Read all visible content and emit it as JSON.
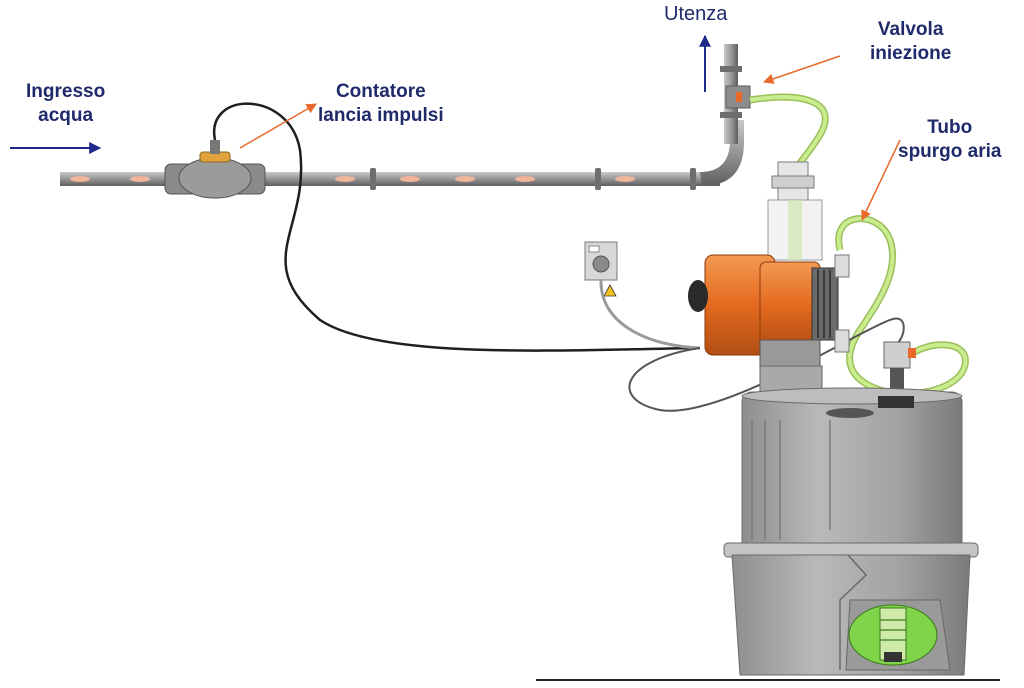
{
  "labels": {
    "ingresso_line1": "Ingresso",
    "ingresso_line2": "acqua",
    "contatore_line1": "Contatore",
    "contatore_line2": "lancia impulsi",
    "utenza": "Utenza",
    "valvola_line1": "Valvola",
    "valvola_line2": "iniezione",
    "tubo_line1": "Tubo",
    "tubo_line2": "spurgo aria"
  },
  "colors": {
    "label_text": "#1f2a6b",
    "arrow_blue": "#1f2a8a",
    "leader_orange": "#e8692a",
    "pipe_gray": "#8a8a8a",
    "pump_orange": "#e8702a",
    "tube_green": "#b8e07a",
    "tank_gray": "#a8a8a8"
  }
}
